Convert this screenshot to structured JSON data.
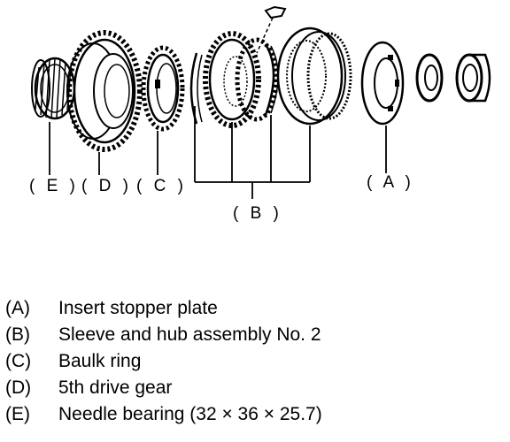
{
  "diagram": {
    "parts": [
      {
        "key": "(A)",
        "callout": "( A )"
      },
      {
        "key": "(B)",
        "callout": "( B )"
      },
      {
        "key": "(C)",
        "callout": "( C )"
      },
      {
        "key": "(D)",
        "callout": "( D )"
      },
      {
        "key": "(E)",
        "callout": "( E )"
      }
    ]
  },
  "legend": [
    {
      "key": "(A)",
      "text": "Insert stopper plate"
    },
    {
      "key": "(B)",
      "text": "Sleeve and hub assembly No. 2"
    },
    {
      "key": "(C)",
      "text": "Baulk ring"
    },
    {
      "key": "(D)",
      "text": "5th drive gear"
    },
    {
      "key": "(E)",
      "text": "Needle bearing (32 × 36 × 25.7)"
    }
  ]
}
